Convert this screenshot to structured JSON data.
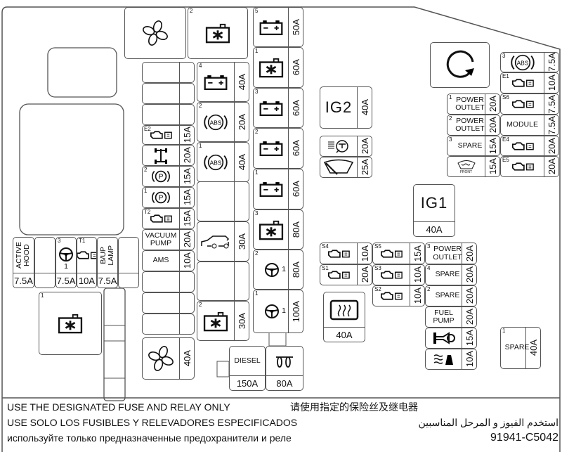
{
  "fuses": [
    {
      "id": "relay_fan",
      "icon": "fan-icon"
    },
    {
      "id": "relay_battery2",
      "num": "2",
      "icon": "battery-relay-icon"
    },
    {
      "id": "c_bat5",
      "num": "5",
      "icon": "battery-icon",
      "rating": "50A"
    },
    {
      "id": "c_batr1",
      "num": "1",
      "icon": "battery-relay-icon",
      "rating": "60A"
    },
    {
      "id": "c_bat3",
      "num": "3",
      "icon": "battery-icon",
      "rating": "60A"
    },
    {
      "id": "c_bat2",
      "num": "2",
      "icon": "battery-icon",
      "rating": "60A"
    },
    {
      "id": "c_bat1",
      "num": "1",
      "icon": "battery-icon",
      "rating": "60A"
    },
    {
      "id": "c_batr3",
      "num": "3",
      "icon": "battery-relay-icon",
      "rating": "80A"
    },
    {
      "id": "c_steer2",
      "num": "2",
      "icon": "steering-wheel-icon",
      "label": "1",
      "rating": "80A"
    },
    {
      "id": "c_steer1",
      "num": "1",
      "icon": "steering-wheel-icon",
      "label": "1",
      "rating": "100A"
    },
    {
      "id": "b_bat4",
      "num": "4",
      "icon": "battery-icon",
      "rating": "40A"
    },
    {
      "id": "b_abs2",
      "num": "2",
      "icon": "abs-icon",
      "rating": "20A"
    },
    {
      "id": "b_abs1",
      "num": "1",
      "icon": "abs-icon",
      "rating": "40A"
    },
    {
      "id": "b_car",
      "icon": "car-icon",
      "rating": "30A"
    },
    {
      "id": "b_batr2",
      "num": "2",
      "icon": "battery-relay-icon",
      "rating": "30A"
    },
    {
      "id": "a_e2",
      "num": "E2",
      "icon": "engine-ecu-icon",
      "rating": "15A"
    },
    {
      "id": "a_4wd",
      "icon": "four-wheel-drive-icon",
      "rating": "20A"
    },
    {
      "id": "a_p2",
      "num": "2",
      "icon": "parking-brake-icon",
      "rating": "15A"
    },
    {
      "id": "a_p1",
      "num": "1",
      "icon": "parking-brake-icon",
      "rating": "15A"
    },
    {
      "id": "a_t2",
      "num": "T2",
      "icon": "engine-ecu-icon",
      "rating": "15A"
    },
    {
      "id": "a_vac",
      "label": "VACUUM\nPUMP",
      "rating": "20A"
    },
    {
      "id": "a_ams",
      "label": "AMS",
      "rating": "10A"
    },
    {
      "id": "a_fan",
      "icon": "fan-icon",
      "rating": "40A"
    },
    {
      "id": "l_hood",
      "label": "ACTIVE\nHOOD",
      "rating": "7.5A"
    },
    {
      "id": "l_steer3",
      "num": "3",
      "icon": "steering-wheel-icon",
      "label": "1",
      "rating": "7.5A"
    },
    {
      "id": "l_t1",
      "num": "T1",
      "icon": "engine-ecu-icon",
      "rating": "10A"
    },
    {
      "id": "l_bup",
      "label": "B/UP\nLAMP",
      "rating": "7.5A"
    },
    {
      "id": "relay_battery1",
      "num": "1",
      "icon": "battery-relay-icon"
    },
    {
      "id": "diesel",
      "label": "DIESEL",
      "rating": "150A"
    },
    {
      "id": "glow",
      "icon": "glow-plug-icon",
      "rating": "80A"
    },
    {
      "id": "ig2",
      "label": "IG2",
      "rating": "40A"
    },
    {
      "id": "front_defog",
      "icon": "front-defogger-icon",
      "rating": "20A"
    },
    {
      "id": "wiper",
      "icon": "wiper-icon",
      "rating": "25A"
    },
    {
      "id": "relay_rotate",
      "icon": "rotate-arrow-icon"
    },
    {
      "id": "ig1",
      "label": "IG1",
      "rating": "40A"
    },
    {
      "id": "r_abs3",
      "num": "3",
      "icon": "abs-icon",
      "rating": "7.5A"
    },
    {
      "id": "r_e1",
      "num": "E1",
      "icon": "engine-ecu-icon",
      "rating": "10A"
    },
    {
      "id": "r_s6",
      "num": "S6",
      "icon": "engine-ecu-icon",
      "rating": "7.5A"
    },
    {
      "id": "r_module",
      "label": "MODULE",
      "rating": "7.5A"
    },
    {
      "id": "r_e4",
      "num": "E4",
      "icon": "engine-ecu-icon",
      "rating": "20A"
    },
    {
      "id": "r_e5",
      "num": "E5",
      "icon": "engine-ecu-icon",
      "rating": "20A"
    },
    {
      "id": "r_po1",
      "num": "1",
      "label": "POWER\nOUTLET",
      "rating": "20A"
    },
    {
      "id": "r_po2",
      "num": "2",
      "label": "POWER\nOUTLET",
      "rating": "20A"
    },
    {
      "id": "r_spare3",
      "num": "3",
      "label": "SPARE",
      "rating": "15A"
    },
    {
      "id": "r_washer",
      "icon": "washer-icon",
      "small": "FRONT",
      "rating": "15A"
    },
    {
      "id": "defrost",
      "icon": "rear-defroster-icon",
      "rating": "40A"
    },
    {
      "id": "s4",
      "num": "S4",
      "icon": "engine-ecu-icon",
      "rating": "10A"
    },
    {
      "id": "s5",
      "num": "S5",
      "icon": "engine-ecu-icon",
      "rating": "15A"
    },
    {
      "id": "po3",
      "num": "3",
      "label": "POWER\nOUTLET",
      "rating": "20A"
    },
    {
      "id": "s1",
      "num": "S1",
      "icon": "engine-ecu-icon",
      "rating": "20A"
    },
    {
      "id": "s3",
      "num": "S3",
      "icon": "engine-ecu-icon",
      "rating": "10A"
    },
    {
      "id": "spare4",
      "num": "4",
      "label": "SPARE",
      "rating": "20A"
    },
    {
      "id": "s2",
      "num": "S2",
      "icon": "engine-ecu-icon",
      "rating": "10A"
    },
    {
      "id": "spare2",
      "num": "2",
      "label": "SPARE",
      "rating": "20A"
    },
    {
      "id": "fuel",
      "label": "FUEL\nPUMP",
      "rating": "20A"
    },
    {
      "id": "horn",
      "icon": "horn-icon",
      "rating": "15A"
    },
    {
      "id": "heater",
      "icon": "heater-icon",
      "rating": "10A"
    },
    {
      "id": "spare1",
      "num": "1",
      "label": "SPARE",
      "rating": "40A"
    }
  ],
  "notes": {
    "line1_en": "USE THE DESIGNATED FUSE AND RELAY ONLY",
    "line1_zh": "请使用指定的保险丝及继电器",
    "line2_es": "USE SOLO LOS FUSIBLES Y RELEVADORES ESPECIFICADOS",
    "line2_ar": "استخدم الفيوز و المرحل المناسبين",
    "line3_ru": "используйте только предназначенные предохранители и реле",
    "part_number": "91941-C5042"
  }
}
